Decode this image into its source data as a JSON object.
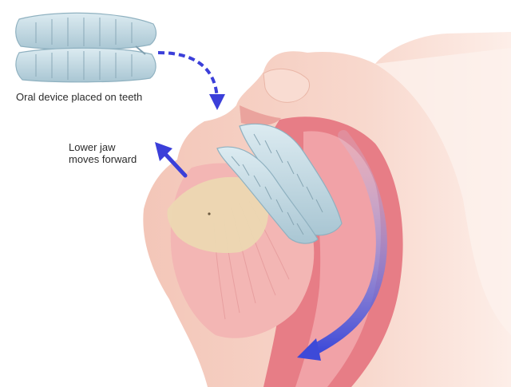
{
  "labels": {
    "device": "Oral device placed on teeth",
    "jaw_line1": "Lower jaw",
    "jaw_line2": "moves forward"
  },
  "colors": {
    "arrow": "#3b3fd9",
    "airway_arrow": "#6a78e6",
    "skin": "#f6cdbf",
    "skin_light": "#fbe3da",
    "bone": "#ead9b3",
    "tissue_red": "#e5707a",
    "tissue_pink": "#f2a8ad",
    "device": "#b9d4df",
    "background": "#ffffff"
  }
}
